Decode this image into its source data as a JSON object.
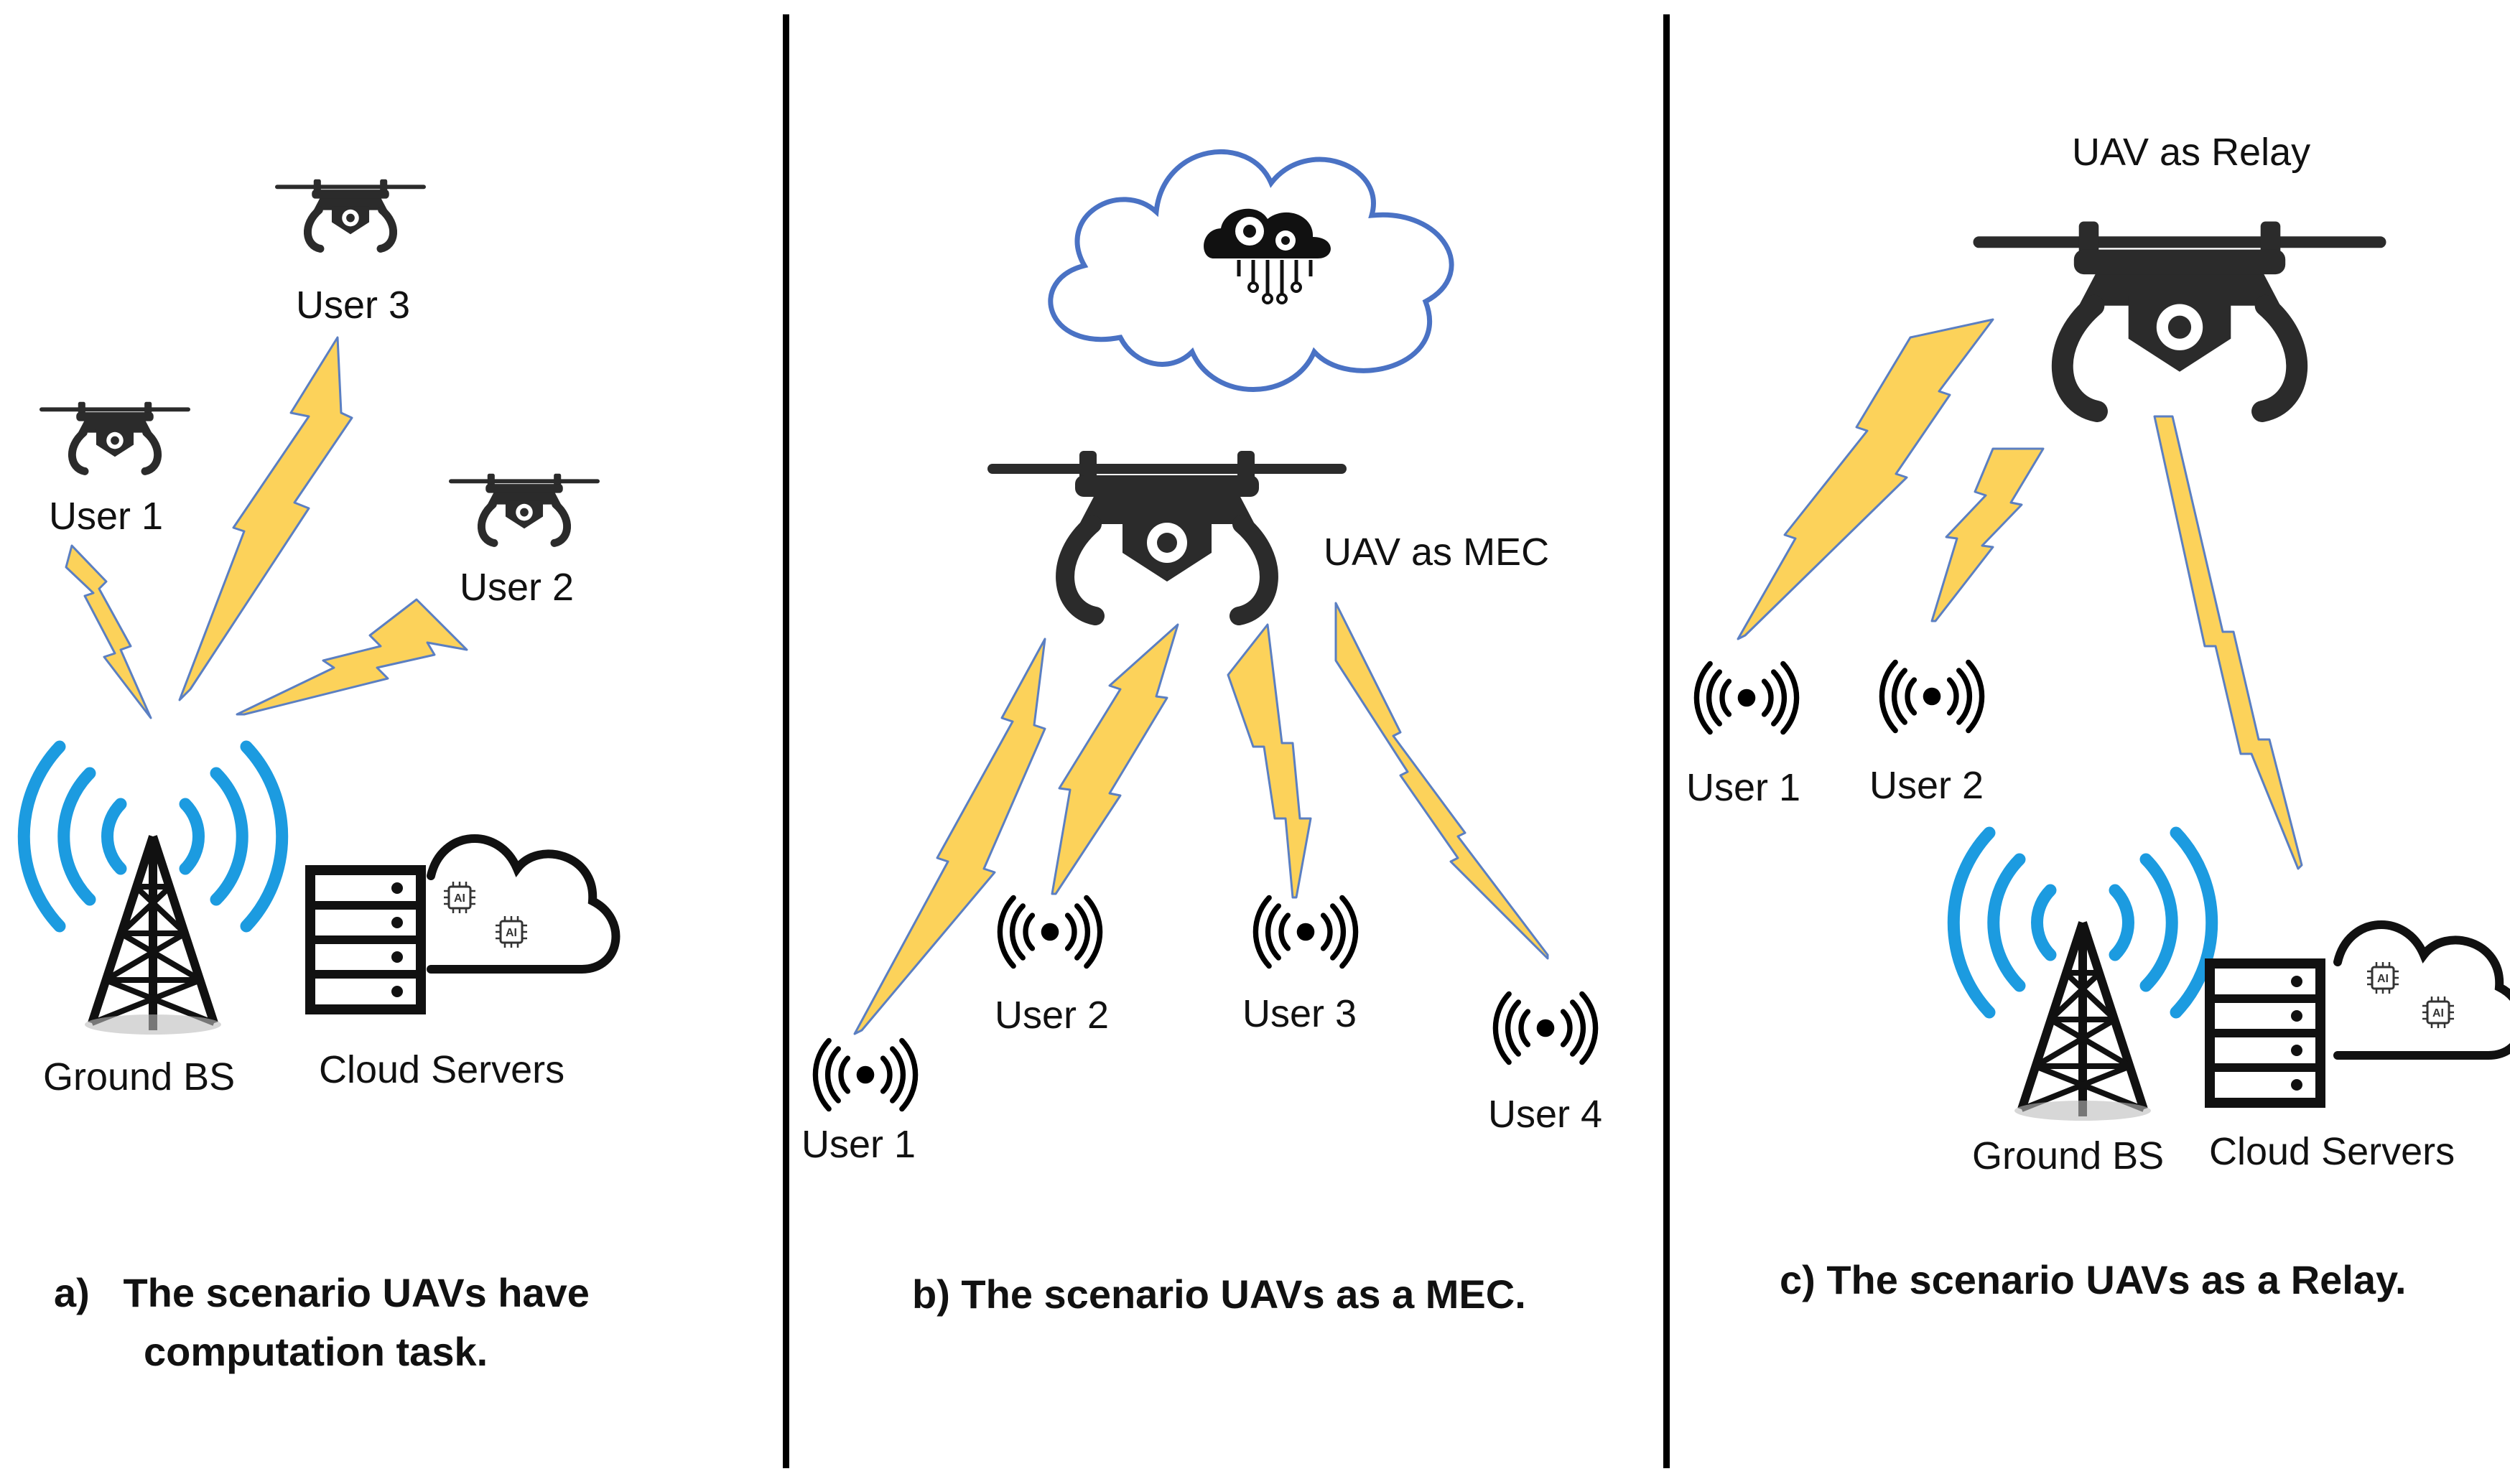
{
  "panels": {
    "a": {
      "users": [
        "User 1",
        "User 3",
        "User 2"
      ],
      "ground_bs_label": "Ground BS",
      "cloud_servers_label": "Cloud Servers",
      "caption_line1": "a)   The scenario UAVs have",
      "caption_line2": "computation task."
    },
    "b": {
      "uav_label": "UAV as MEC",
      "users": [
        "User 1",
        "User 2",
        "User 3",
        "User 4"
      ],
      "caption": "b) The scenario UAVs as a MEC."
    },
    "c": {
      "uav_label": "UAV as Relay",
      "users": [
        "User 1",
        "User 2"
      ],
      "ground_bs_label": "Ground BS",
      "cloud_servers_label": "Cloud Servers",
      "caption": "c) The scenario UAVs as a Relay."
    }
  },
  "ai_chip_text": "AI",
  "colors": {
    "lightning_fill": "#FCD25A",
    "lightning_stroke": "#5B7FC2",
    "signal_blue": "#1C9BE0",
    "cloud_outline": "#4A72C4",
    "icon_dark": "#2B2B2B"
  },
  "icons": [
    "drone-icon",
    "lightning-icon",
    "tower-icon",
    "server-rack-icon",
    "cloud-icon",
    "wireless-signal-icon",
    "ai-chip-icon",
    "cloud-gears-icon"
  ]
}
